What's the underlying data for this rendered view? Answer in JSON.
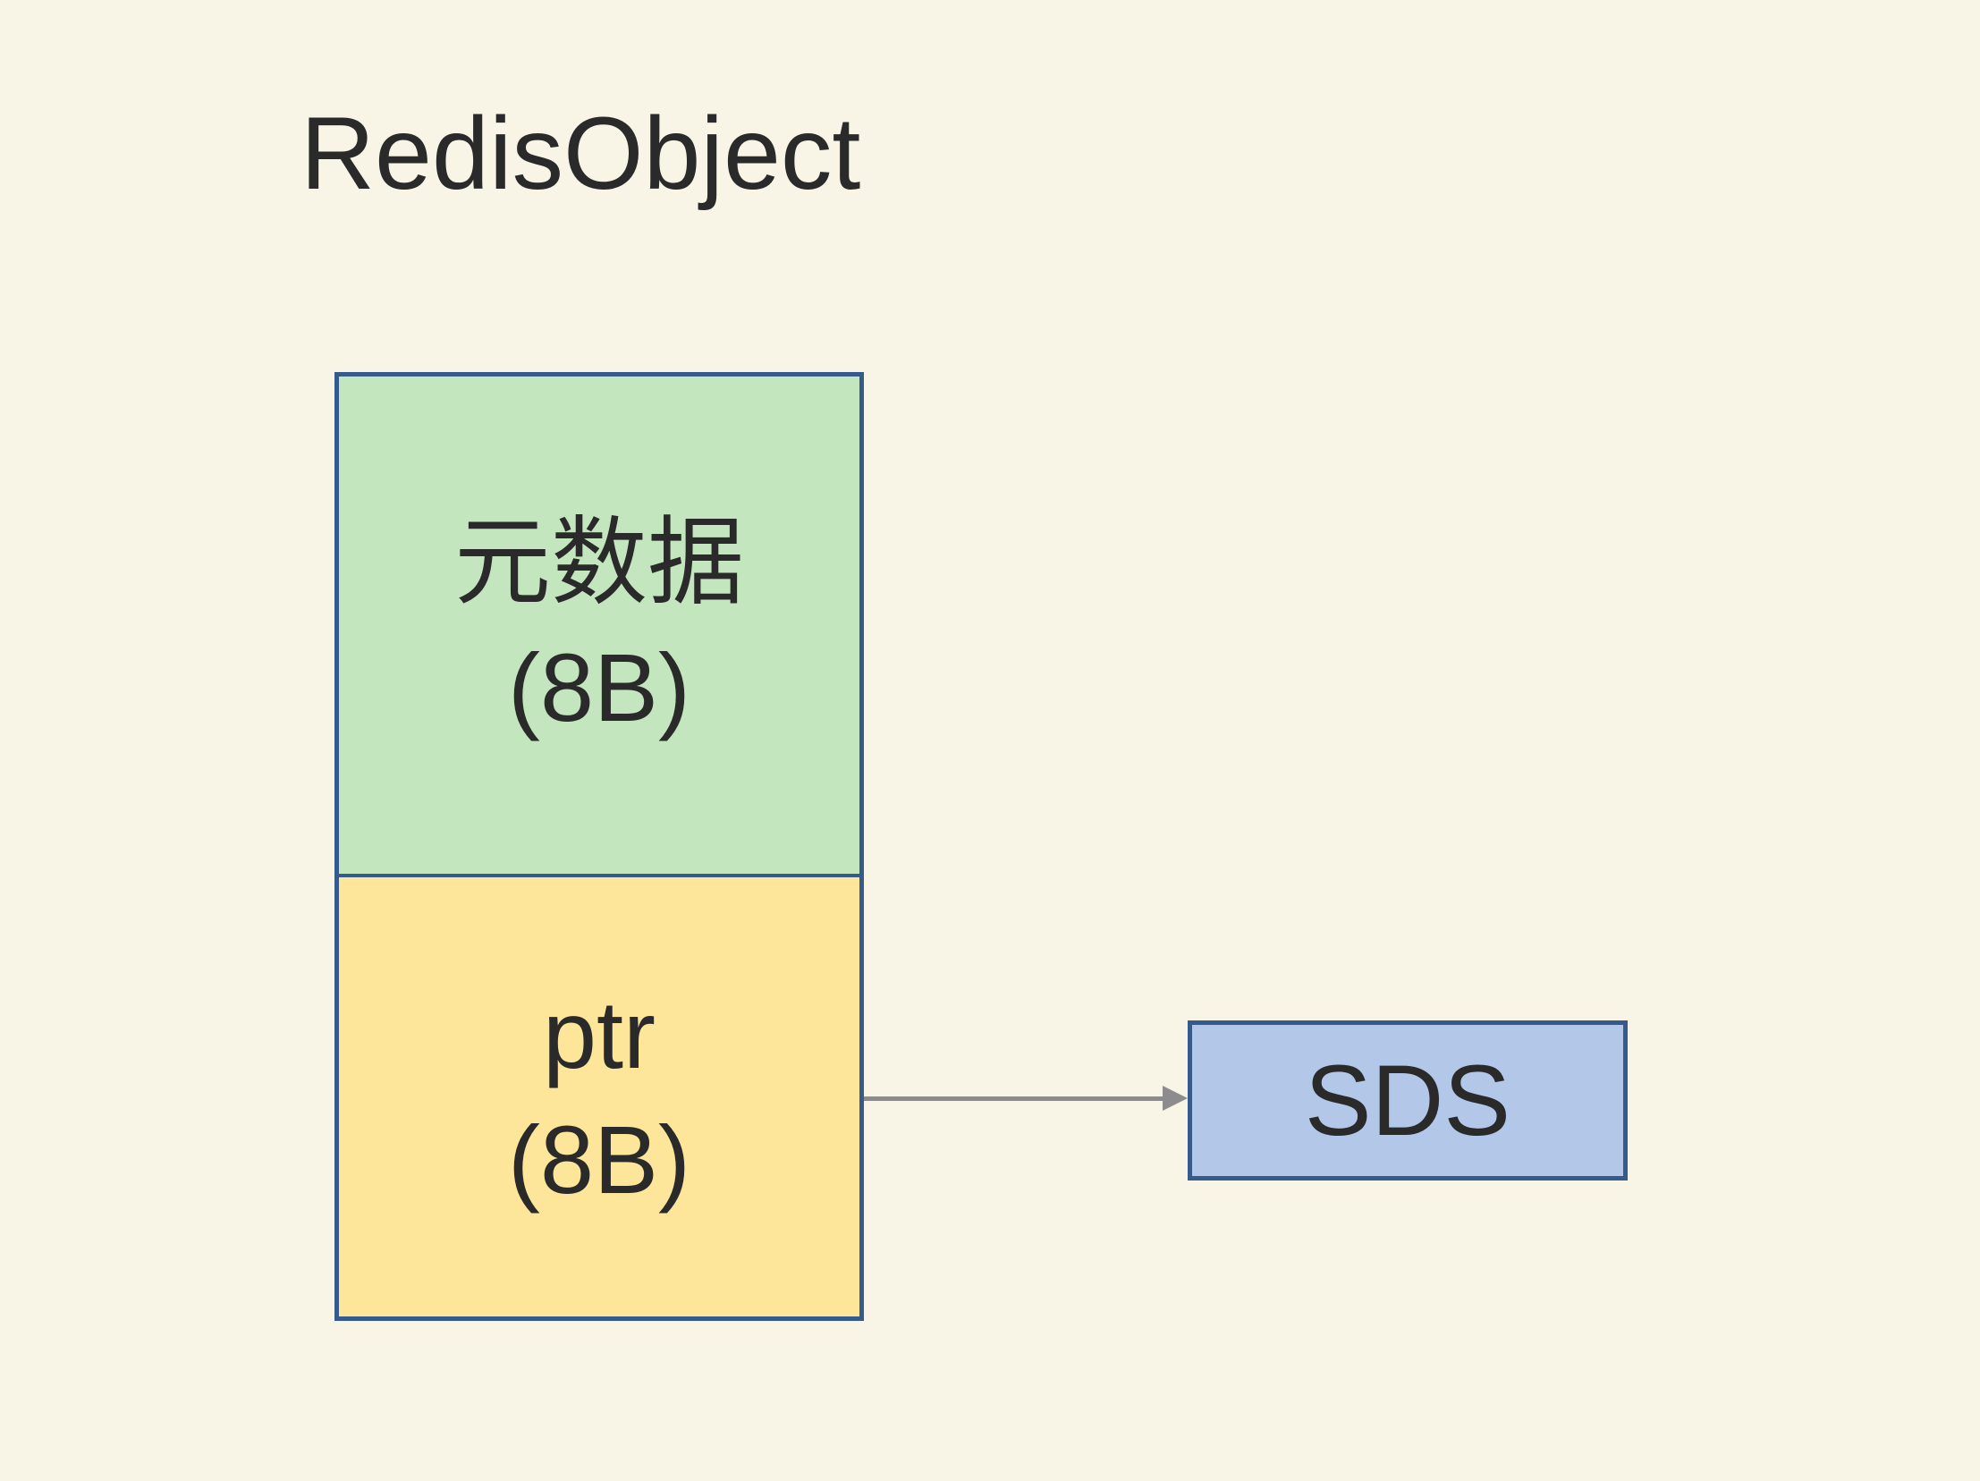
{
  "title": "RedisObject",
  "struct": {
    "cells": [
      {
        "label": "元数据",
        "size": "(8B)"
      },
      {
        "label": "ptr",
        "size": "(8B)"
      }
    ]
  },
  "arrow": {
    "from": "ptr",
    "to": "SDS"
  },
  "sds": {
    "label": "SDS"
  },
  "colors": {
    "background": "#f8f5e6",
    "metadata_cell": "#c3e6be",
    "ptr_cell": "#fde699",
    "sds_fill": "#b3c7e8",
    "border": "#355a8c",
    "arrow": "#8c8c8c",
    "text": "#2a2a2a"
  }
}
